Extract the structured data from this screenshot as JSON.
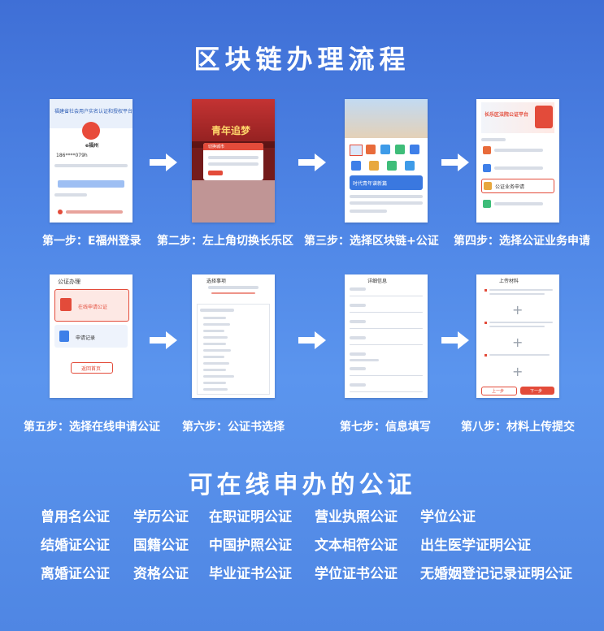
{
  "titles": {
    "process": "区块链办理流程",
    "certs": "可在线申办的公证"
  },
  "steps": [
    {
      "label": "第一步：E福州登录",
      "screen_title": "e福州",
      "screen_app": "福建省社会用户实名认证和授权平台",
      "screen_phone": "186****079h"
    },
    {
      "label": "第二步：左上角切换长乐区",
      "screen_title": "青年追梦",
      "screen_popup": "切换城市"
    },
    {
      "label": "第三步：选择区块链+公证",
      "screen_banner": "时代青年谱新篇"
    },
    {
      "label": "第四步：选择公证业务申请",
      "screen_title": "长乐区法院公证平台",
      "screen_item": "公证业务申请"
    },
    {
      "label": "第五步：选择在线申请公证",
      "screen_title": "公证办理",
      "screen_card1": "在线申请公证",
      "screen_card2": "申请记录",
      "screen_btn": "返回首页"
    },
    {
      "label": "第六步：公证书选择",
      "screen_title": "选择事项"
    },
    {
      "label": "第七步：信息填写",
      "screen_title": "详细信息"
    },
    {
      "label": "第八步：材料上传提交",
      "screen_title": "上传材料",
      "screen_btn_prev": "上一步",
      "screen_btn_next": "下一步"
    }
  ],
  "certs": [
    [
      "曾用名公证",
      "学历公证",
      "在职证明公证",
      "营业执照公证",
      "学位公证"
    ],
    [
      "结婚证公证",
      "国籍公证",
      "中国护照公证",
      "文本相符公证",
      "出生医学证明公证"
    ],
    [
      "离婚证公证",
      "资格公证",
      "毕业证书公证",
      "学位证书公证",
      "无婚姻登记记录证明公证"
    ]
  ]
}
